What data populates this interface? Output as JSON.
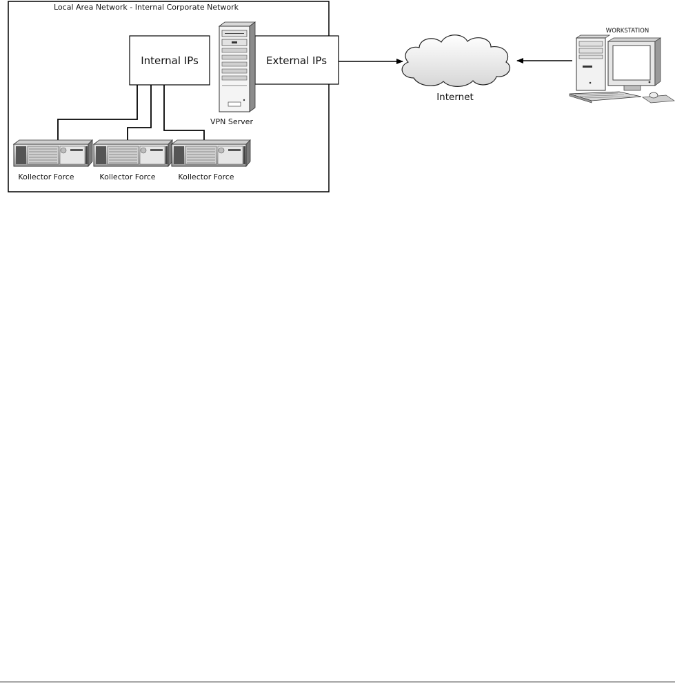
{
  "lan": {
    "title": "Local Area Network - Internal Corporate Network"
  },
  "internal_ips": {
    "label": "Internal IPs"
  },
  "external_ips": {
    "label": "External IPs"
  },
  "vpn_server": {
    "label": "VPN Server"
  },
  "collectors": [
    {
      "label": "Kollector Force"
    },
    {
      "label": "Kollector Force"
    },
    {
      "label": "Kollector Force"
    }
  ],
  "internet": {
    "label": "Internet"
  },
  "workstation": {
    "label": "WORKSTATION"
  },
  "icons": {
    "vpn_server": "tower-server-icon",
    "collector": "rack-server-icon",
    "internet": "cloud-icon",
    "workstation": "desktop-computer-icon"
  }
}
